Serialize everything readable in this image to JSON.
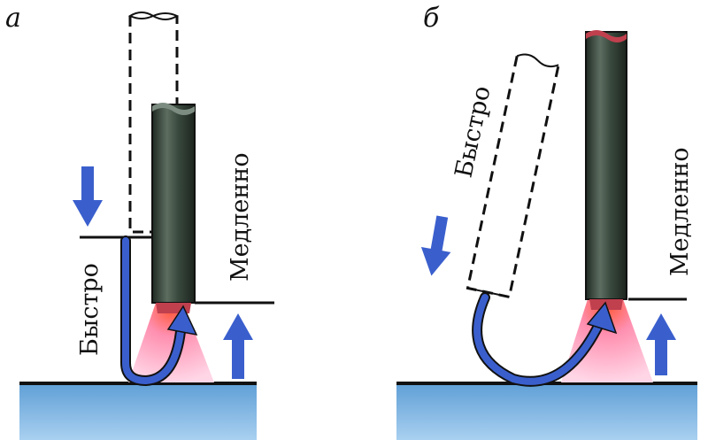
{
  "panels": [
    {
      "letter": "а",
      "fast_label": "Быстро",
      "slow_label": "Медленно"
    },
    {
      "letter": "б",
      "fast_label": "Быстро",
      "slow_label": "Медленно"
    }
  ],
  "colors": {
    "arrow": "#3a5fcd",
    "electrode_dark": "#2c3a30",
    "electrode_light": "#6d7d70",
    "tip": "#c0404e",
    "flame_core": "#ff9a8a",
    "flame_glow": "#ff6fa8",
    "base_top": "#5f9fd6",
    "base_bottom": "#a9d0f0",
    "outline": "#111111"
  }
}
